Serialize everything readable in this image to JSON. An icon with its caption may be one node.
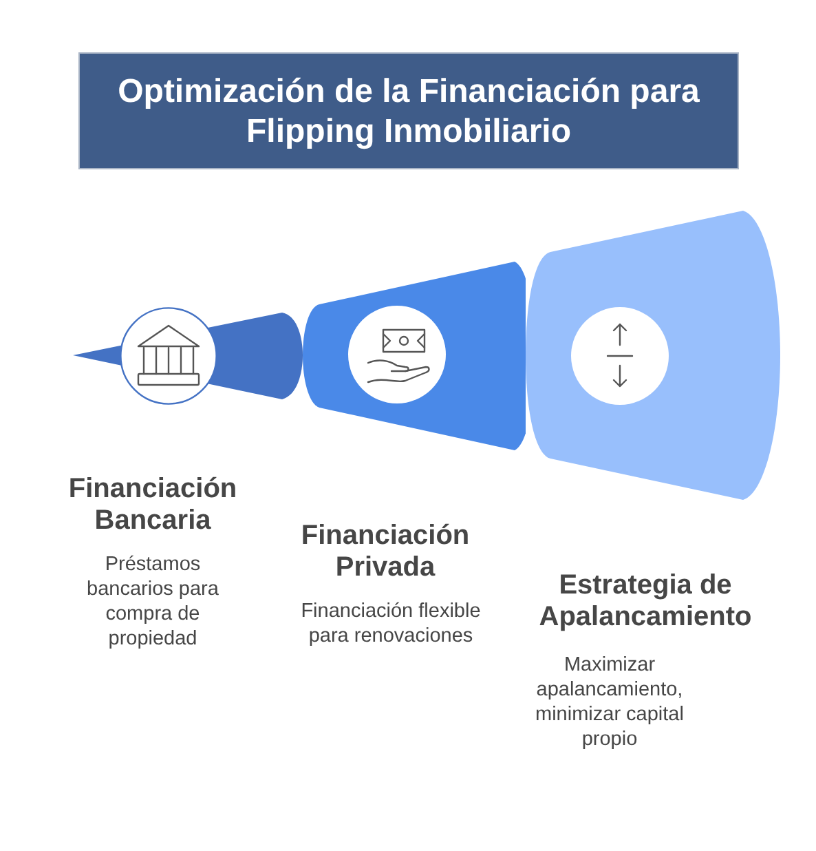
{
  "diagram": {
    "title": "Optimización de la Financiación para Flipping Inmobiliario",
    "nodes": [
      {
        "text": [
          "Financiación Bancaria"
        ]
      },
      {
        "text": [
          "Financiación Privada"
        ]
      },
      {
        "text": [
          "Estrategia de Apalancamiento"
        ]
      }
    ],
    "labels": [
      "Préstamos bancarios para compra de propiedad",
      "Financiación flexible para renovaciones",
      "Maximizar apalancamiento, minimizar capital propio"
    ]
  }
}
